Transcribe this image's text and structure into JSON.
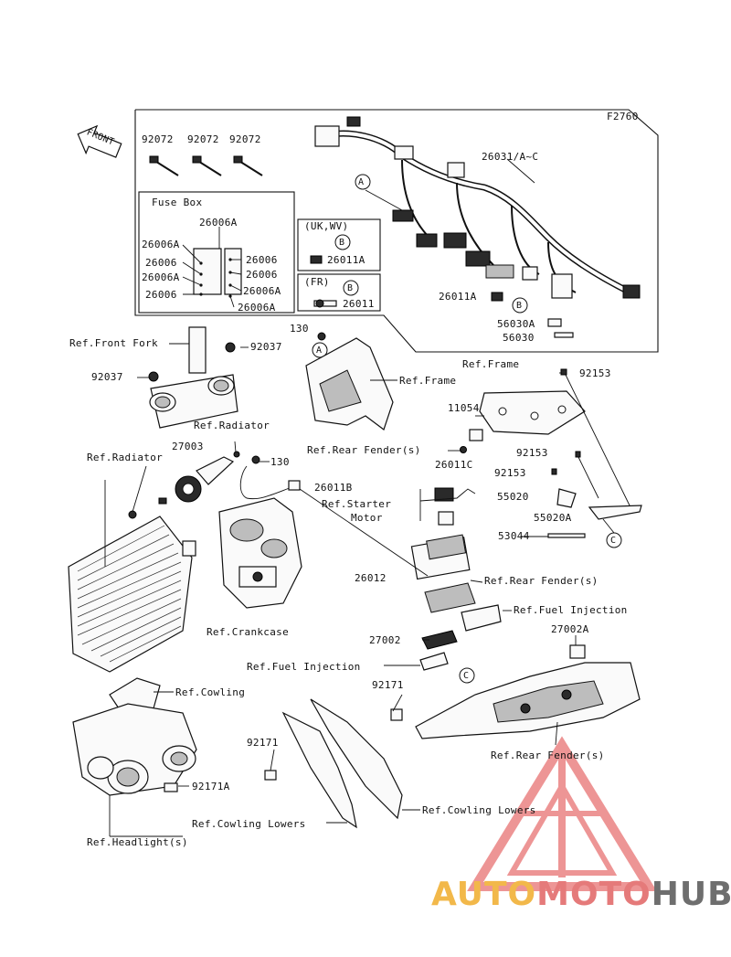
{
  "figure_code": "F2760",
  "front_arrow": "FRONT",
  "fuse_box_title": "Fuse Box",
  "region_uk_wv": "(UK,WV)",
  "region_fr": "(FR)",
  "circles": [
    "A",
    "A",
    "B",
    "B",
    "B",
    "C",
    "C"
  ],
  "part_numbers": {
    "p92072_1": "92072",
    "p92072_2": "92072",
    "p92072_3": "92072",
    "p26031": "26031/A~C",
    "fb_26006A_top": "26006A",
    "fb_26006A_l1": "26006A",
    "fb_26006_l1": "26006",
    "fb_26006A_l2": "26006A",
    "fb_26006_l2": "26006",
    "fb_26006_r1": "26006",
    "fb_26006_r2": "26006",
    "fb_26006A_r1": "26006A",
    "fb_26006A_r2": "26006A",
    "p26011A_uk": "26011A",
    "p26011_fr": "26011",
    "p26011A": "26011A",
    "p56030A": "56030A",
    "p56030": "56030",
    "p130_top": "130",
    "p92037_r": "92037",
    "p92037_l": "92037",
    "p92153_1": "92153",
    "p11054": "11054",
    "p27003": "27003",
    "p130_mid": "130",
    "p26011B": "26011B",
    "p92153_2": "92153",
    "p26011C": "26011C",
    "p92153_3": "92153",
    "p55020": "55020",
    "p55020A": "55020A",
    "p53044": "53044",
    "p26012": "26012",
    "p27002": "27002",
    "p27002A": "27002A",
    "p92171_a": "92171",
    "p92171_b": "92171",
    "p92171A": "92171A"
  },
  "references": {
    "front_fork": "Ref.Front Fork",
    "frame_1": "Ref.Frame",
    "frame_2": "Ref.Frame",
    "radiator_1": "Ref.Radiator",
    "radiator_2": "Ref.Radiator",
    "rear_fender_1": "Ref.Rear Fender(s)",
    "starter_motor": "Ref.Starter\nMotor",
    "rear_fender_2": "Ref.Rear Fender(s)",
    "fuel_injection_1": "Ref.Fuel Injection",
    "crankcase": "Ref.Crankcase",
    "fuel_injection_2": "Ref.Fuel Injection",
    "cowling": "Ref.Cowling",
    "rear_fender_3": "Ref.Rear Fender(s)",
    "cowling_lowers_1": "Ref.Cowling Lowers",
    "cowling_lowers_2": "Ref.Cowling Lowers",
    "headlights": "Ref.Headlight(s)"
  },
  "watermark": {
    "part1": "AUTO",
    "part2": "MOTO",
    "part3": "HUB"
  },
  "colors": {
    "watermark_orange": "#f2b84a",
    "watermark_red": "#e57a7a",
    "watermark_gray": "#6e6e6e"
  }
}
